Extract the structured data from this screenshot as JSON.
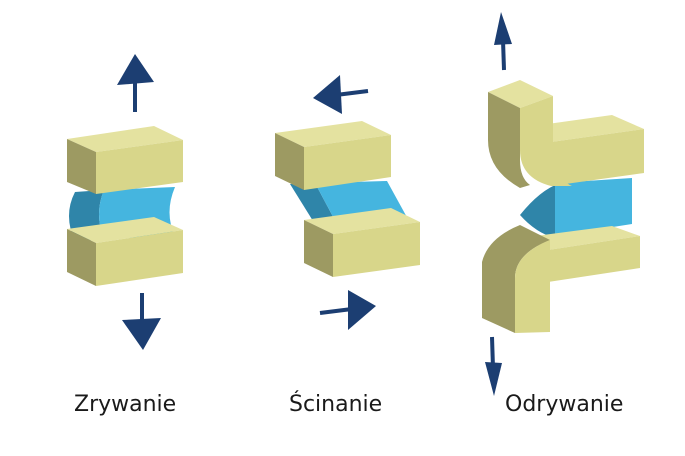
{
  "colors": {
    "block_front": "#d8d68a",
    "block_top": "#e4e2a0",
    "block_side": "#9d9a62",
    "adhesive_front": "#45b5df",
    "adhesive_side": "#2f85a9",
    "arrow": "#1c3e72",
    "text": "#1a1a1a",
    "background": "#ffffff"
  },
  "captions": {
    "tension": "Zrywanie",
    "shear": "Ścinanie",
    "peel": "Odrywanie"
  }
}
